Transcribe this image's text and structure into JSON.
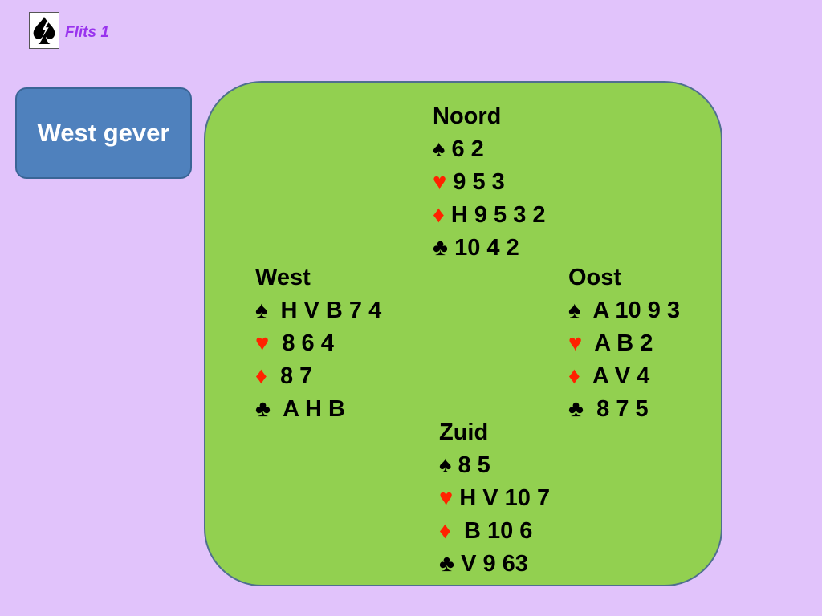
{
  "header": {
    "logo_icon": "spade-logo-icon",
    "slide_label": "Flits 1"
  },
  "dealer": {
    "label": "West gever"
  },
  "colors": {
    "background": "#e1c3fb",
    "table": "#92d050",
    "dealer_box": "#4f81bd",
    "red_suit": "#ff2200",
    "label": "#9933ee"
  },
  "suits": {
    "spades": "♠",
    "hearts": "♥",
    "diamonds": "♦",
    "clubs": "♣"
  },
  "hands": {
    "noord": {
      "name": "Noord",
      "spades": "6 2",
      "hearts": "9 5 3",
      "diamonds": "H 9 5 3 2",
      "clubs": "10 4 2"
    },
    "west": {
      "name": "West",
      "spades": "H V B 7 4",
      "hearts": "8 6 4",
      "diamonds": "8 7",
      "clubs": "A H B"
    },
    "oost": {
      "name": "Oost",
      "spades": "A 10 9 3",
      "hearts": "A B 2",
      "diamonds": "A V 4",
      "clubs": "8 7 5"
    },
    "zuid": {
      "name": "Zuid",
      "spades": "8 5",
      "hearts": "H V 10 7",
      "diamonds": "B 10 6",
      "clubs": "V 9 63"
    }
  }
}
